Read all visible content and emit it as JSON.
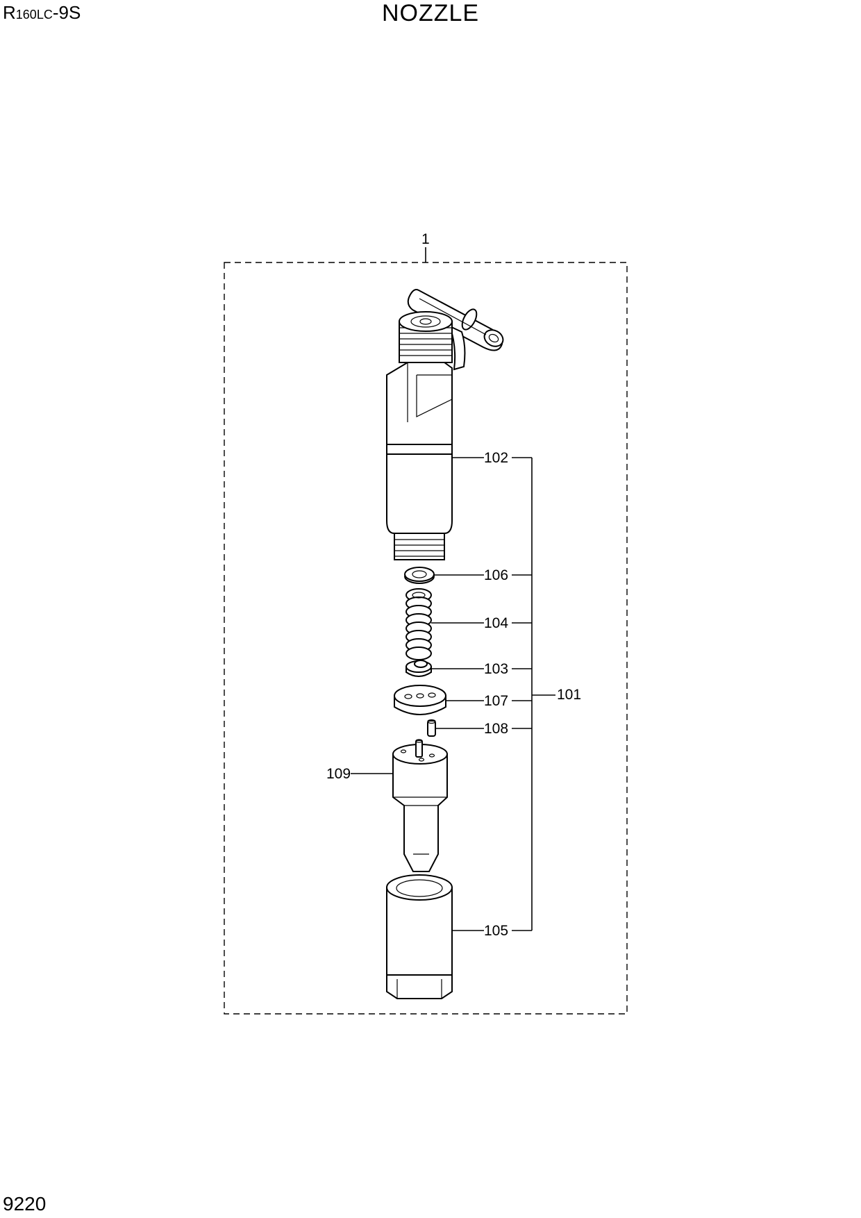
{
  "header": {
    "model_prefix": "R",
    "model_small": "160LC",
    "model_suffix": "-9S",
    "title": "NOZZLE"
  },
  "footer": {
    "page_number": "9220"
  },
  "callouts": {
    "assembly": "1",
    "sub_assembly": "101",
    "holder": "102",
    "spacer": "103",
    "spring": "104",
    "retaining_nut": "105",
    "shim": "106",
    "intermediate_plate": "107",
    "pin": "108",
    "nozzle_tip": "109"
  }
}
